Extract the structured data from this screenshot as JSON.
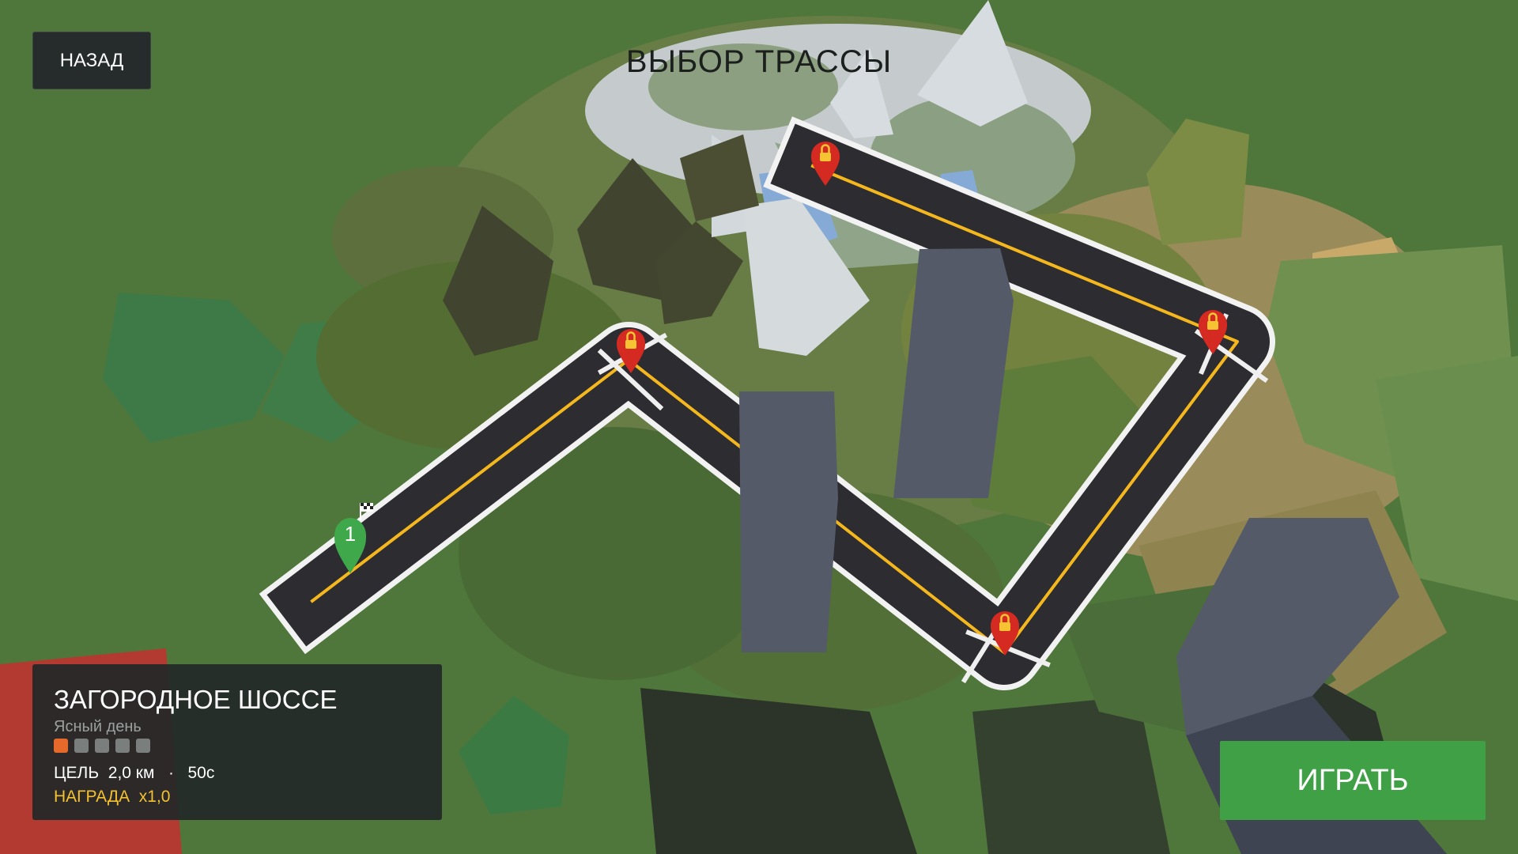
{
  "screen": {
    "title": "ВЫБОР ТРАССЫ"
  },
  "nav": {
    "back_label": "НАЗАД"
  },
  "track": {
    "name": "ЗАГОРОДНОЕ ШОССЕ",
    "condition": "Ясный день",
    "difficulty_level": 1,
    "difficulty_max": 5,
    "goal_label": "ЦЕЛЬ",
    "goal_distance": "2,0 км",
    "goal_separator": "·",
    "goal_time": "50с",
    "reward_label": "НАГРАДА",
    "reward_value": "x1,0"
  },
  "map": {
    "start_marker_number": "1",
    "markers": [
      {
        "id": "start",
        "state": "unlocked",
        "icon": "map-pin-icon",
        "color": "#3ea84a"
      },
      {
        "id": "stage-2",
        "state": "locked",
        "icon": "lock-icon",
        "color": "#d42a22"
      },
      {
        "id": "stage-3",
        "state": "locked",
        "icon": "lock-icon",
        "color": "#d42a22"
      },
      {
        "id": "stage-4",
        "state": "locked",
        "icon": "lock-icon",
        "color": "#d42a22"
      },
      {
        "id": "stage-5",
        "state": "locked",
        "icon": "lock-icon",
        "color": "#d42a22"
      }
    ]
  },
  "actions": {
    "play_label": "ИГРАТЬ"
  },
  "colors": {
    "accent_green": "#3fa046",
    "accent_orange": "#e4692a",
    "reward_yellow": "#f2c230",
    "lock_red": "#d42a22",
    "panel_bg": "#262c2b"
  }
}
